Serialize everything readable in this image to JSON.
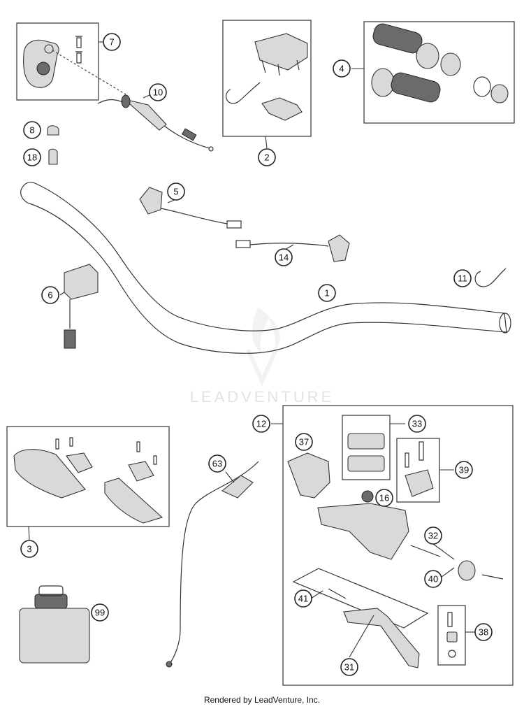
{
  "watermark": "LEADVENTURE",
  "footer": "Rendered by LeadVenture, Inc.",
  "callouts": [
    "7",
    "10",
    "8",
    "18",
    "2",
    "4",
    "5",
    "14",
    "6",
    "1",
    "11",
    "3",
    "12",
    "33",
    "37",
    "39",
    "16",
    "63",
    "32",
    "40",
    "41",
    "38",
    "99",
    "31"
  ]
}
